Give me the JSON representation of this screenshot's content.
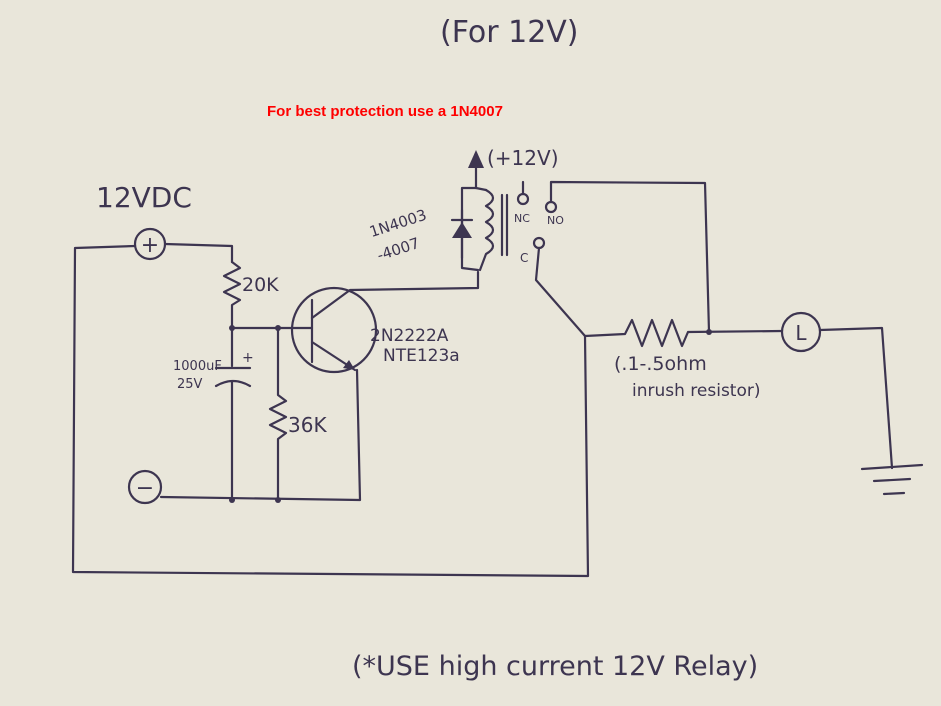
{
  "title": "(For 12V)",
  "note": "For best protection use a 1N4007",
  "note_color": "#ff0000",
  "ink_color": "#3d3550",
  "paper_color": "#e9e6da",
  "labels": {
    "supply": "12VDC",
    "plus_terminal": "+",
    "minus_terminal": "−",
    "r_top": "20K",
    "r_bottom": "36K",
    "cap_value": "1000uF",
    "cap_voltage": "25V",
    "cap_plus": "+",
    "transistor_1": "2N2222A",
    "transistor_2": "NTE123a",
    "diode_1": "1N4003",
    "diode_2": "-4007",
    "relay_supply": "(+12V)",
    "nc": "NC",
    "no": "NO",
    "c": "C",
    "inrush_1": "(.1-.5ohm",
    "inrush_2": "inrush resistor)",
    "load": "L",
    "footer": "(*USE high current 12V Relay)"
  }
}
